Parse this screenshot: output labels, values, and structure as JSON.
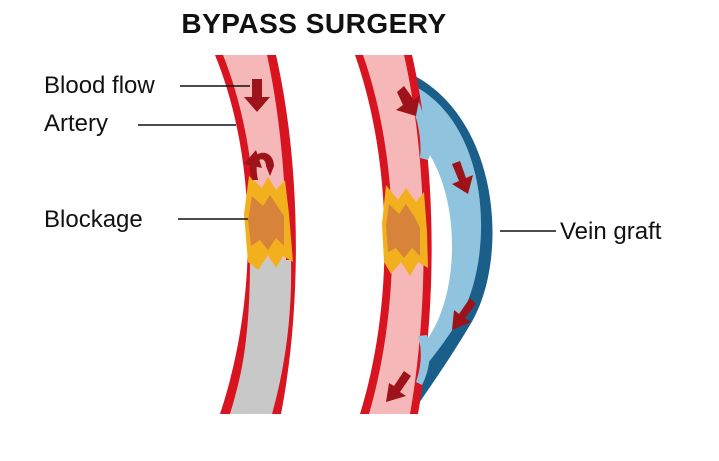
{
  "title": "BYPASS SURGERY",
  "labels": {
    "blood_flow": "Blood flow",
    "artery": "Artery",
    "blockage": "Blockage",
    "vein_graft": "Vein graft"
  },
  "colors": {
    "artery_wall": "#d7141f",
    "artery_lumen": "#f5b7b8",
    "blocked_lumen": "#c8c8c8",
    "plaque_outer": "#f2b01e",
    "plaque_inner": "#d8833a",
    "vein_outer": "#1a5f8a",
    "vein_inner": "#8fc3de",
    "arrow": "#9e1219"
  }
}
